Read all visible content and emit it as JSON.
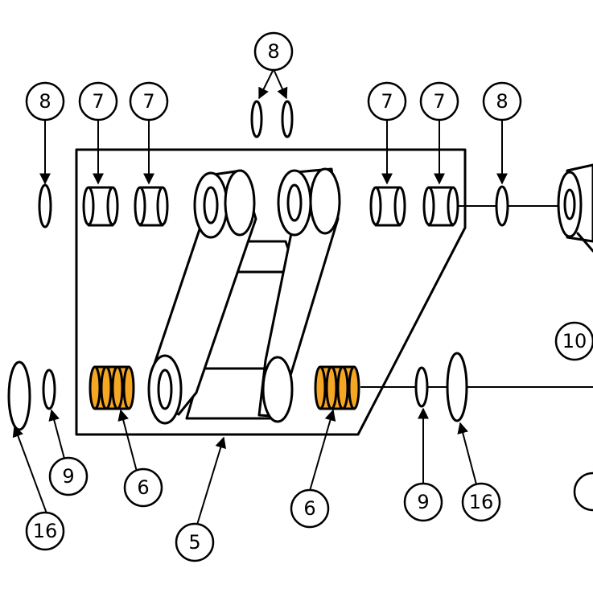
{
  "colors": {
    "line": "#000000",
    "background": "#ffffff",
    "bushing_highlight": "#f5a623"
  },
  "callouts": {
    "c8_top": "8",
    "c8_left": "8",
    "c7_a": "7",
    "c7_b": "7",
    "c7_c": "7",
    "c7_d": "7",
    "c8_right": "8",
    "c10": "10",
    "c9_left": "9",
    "c16_left": "16",
    "c6_left": "6",
    "c5": "5",
    "c6_right": "6",
    "c9_right": "9",
    "c16_right": "16"
  }
}
